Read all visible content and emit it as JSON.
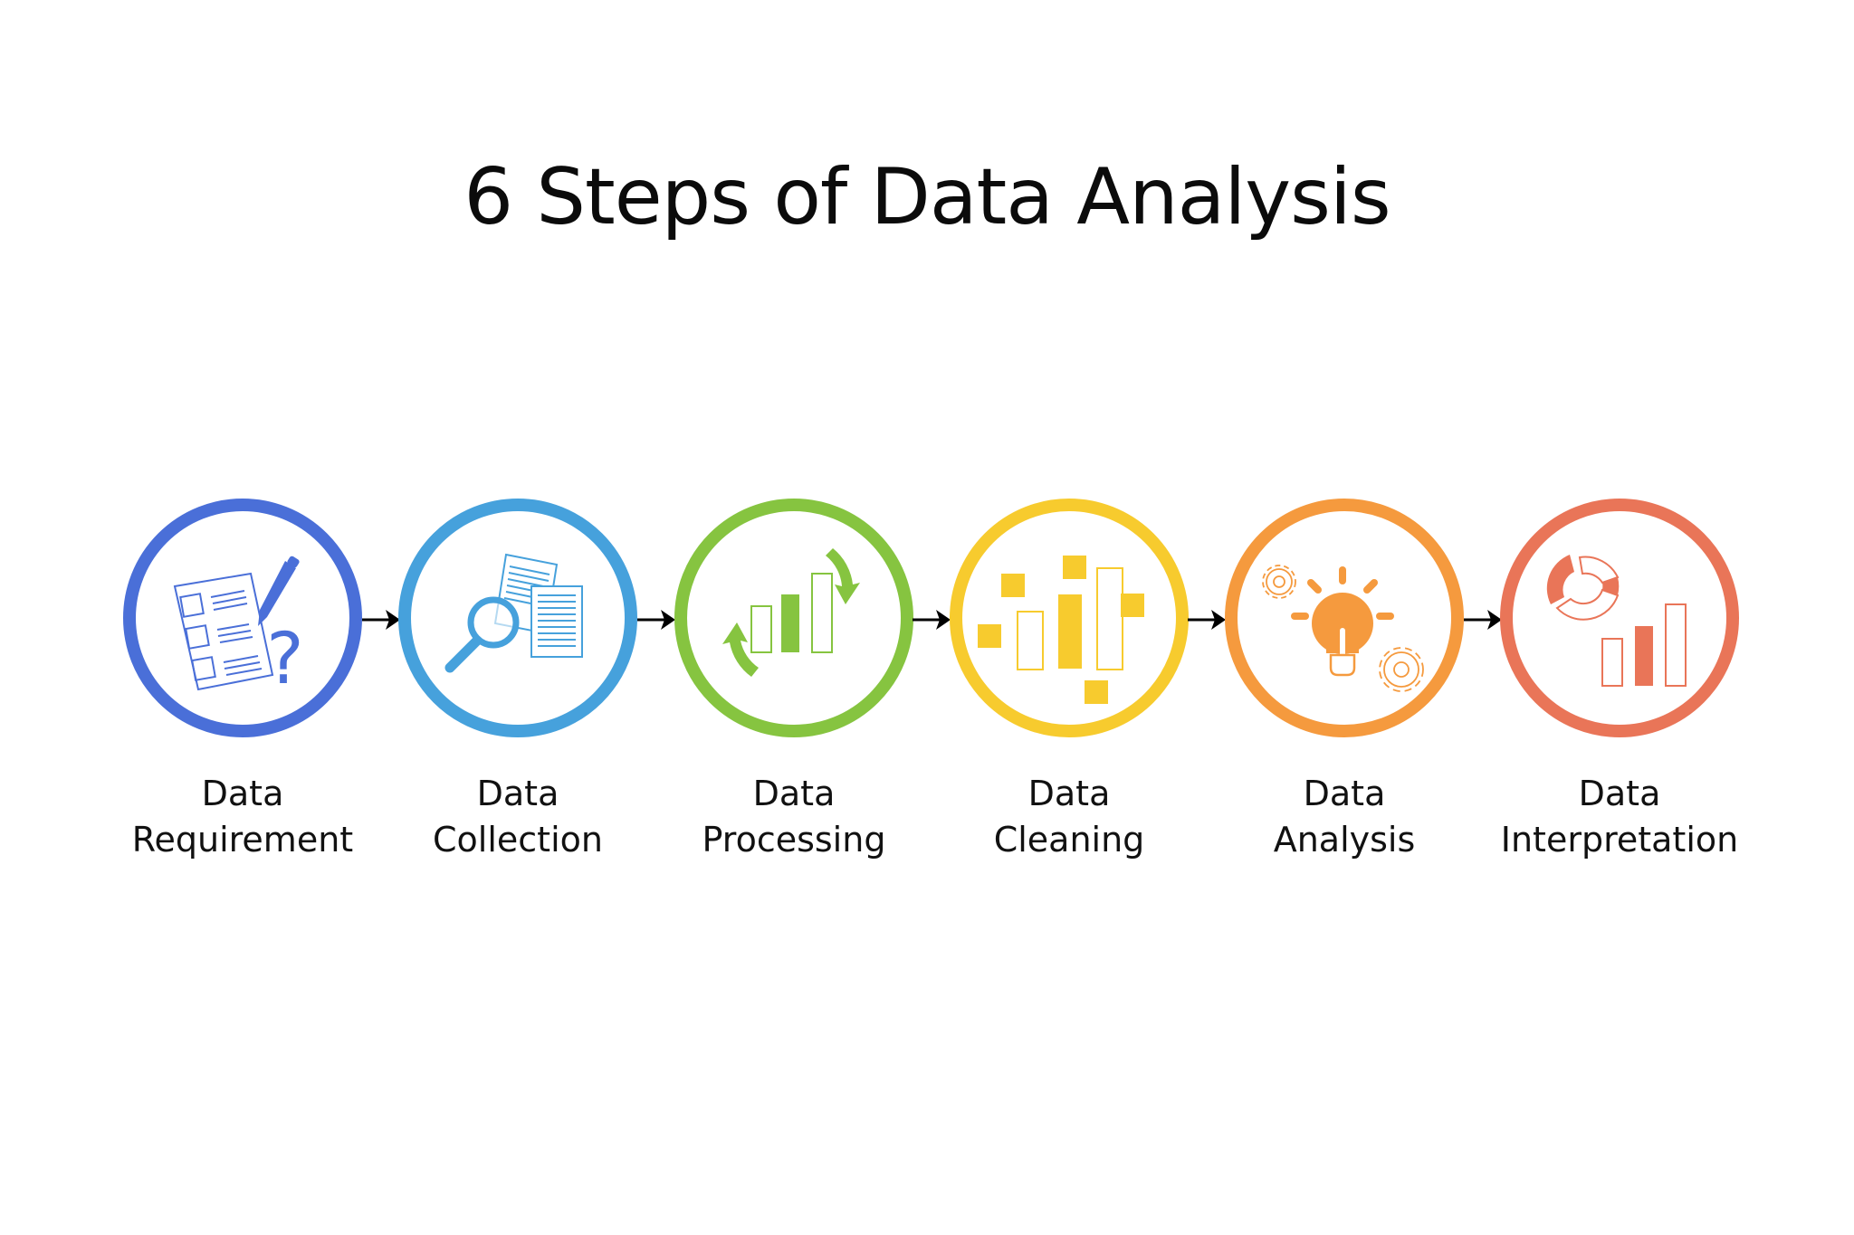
{
  "title": "6 Steps of Data Analysis",
  "steps": [
    {
      "line1": "Data",
      "line2": "Requirement",
      "color": "#4A6FD8",
      "icon": "checklist-pen-question-icon"
    },
    {
      "line1": "Data",
      "line2": "Collection",
      "color": "#46A1DC",
      "icon": "documents-magnifier-icon"
    },
    {
      "line1": "Data",
      "line2": "Processing",
      "color": "#86C440",
      "icon": "bar-chart-cycle-icon"
    },
    {
      "line1": "Data",
      "line2": "Cleaning",
      "color": "#F7CB2E",
      "icon": "scattered-bars-icon"
    },
    {
      "line1": "Data",
      "line2": "Analysis",
      "color": "#F59A3E",
      "icon": "lightbulb-gears-icon"
    },
    {
      "line1": "Data",
      "line2": "Interpretation",
      "color": "#E97558",
      "icon": "donut-bar-chart-icon"
    }
  ],
  "connector": {
    "color": "#000000",
    "icon": "arrow-right-icon"
  }
}
